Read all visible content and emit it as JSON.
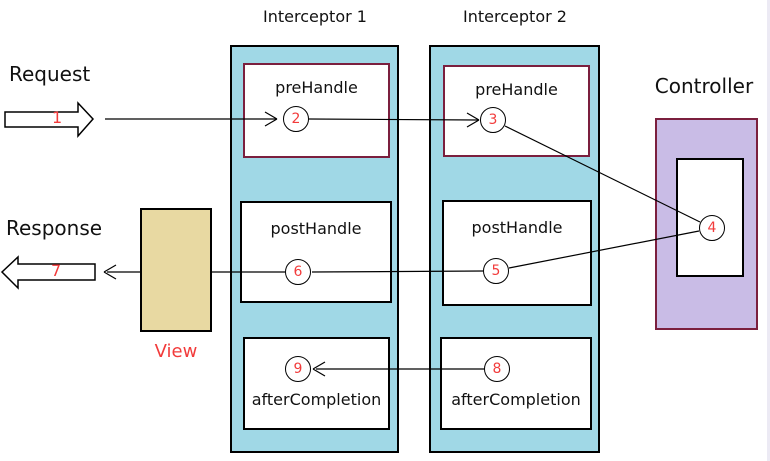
{
  "labels": {
    "interceptor1_title": "Interceptor 1",
    "interceptor2_title": "Interceptor 2",
    "request": "Request",
    "response": "Response",
    "controller": "Controller",
    "view": "View",
    "i1_prehandle": "preHandle",
    "i1_posthandle": "postHandle",
    "i1_aftercompletion": "afterCompletion",
    "i2_prehandle": "preHandle",
    "i2_posthandle": "postHandle",
    "i2_aftercompletion": "afterCompletion"
  },
  "steps": {
    "s1": "1",
    "s2": "2",
    "s3": "3",
    "s4": "4",
    "s5": "5",
    "s6": "6",
    "s7": "7",
    "s8": "8",
    "s9": "9"
  },
  "colors": {
    "interceptor-fill": "#a0d8e6",
    "controller-fill": "#c9bce6",
    "view-fill": "#e8d9a2",
    "step-red": "#f23b3b",
    "maroon-border": "#7b1f3e",
    "line-black": "#000000"
  }
}
